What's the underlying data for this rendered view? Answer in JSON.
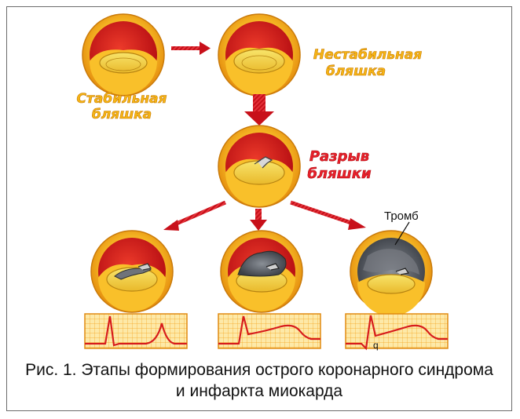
{
  "labels": {
    "stable_line1": "Стабильная",
    "stable_line2": "бляшка",
    "unstable_line1": "Нестабильная",
    "unstable_line2": "бляшка",
    "rupture_line1": "Разрыв",
    "rupture_line2": "бляшки",
    "thrombus": "Тромб",
    "ecg_mark": "q"
  },
  "caption": {
    "line1": "Рис. 1. Этапы формирования острого коронарного синдрома",
    "line2": "и инфаркта миокарда"
  },
  "colors": {
    "vessel_ring": "#f4a512",
    "lumen": "#d81c1c",
    "plaque": "#f3dc52",
    "arrow": "#c8101a",
    "ecg_grid": "#f4a21a",
    "ecg_bg": "#fde9a8",
    "ecg_trace": "#d71c1c",
    "thrombus": "#5a5f66"
  },
  "icons": {
    "vessel": "vessel-cross-section-icon",
    "arrow": "arrow-icon",
    "ecg": "ecg-strip-icon"
  }
}
